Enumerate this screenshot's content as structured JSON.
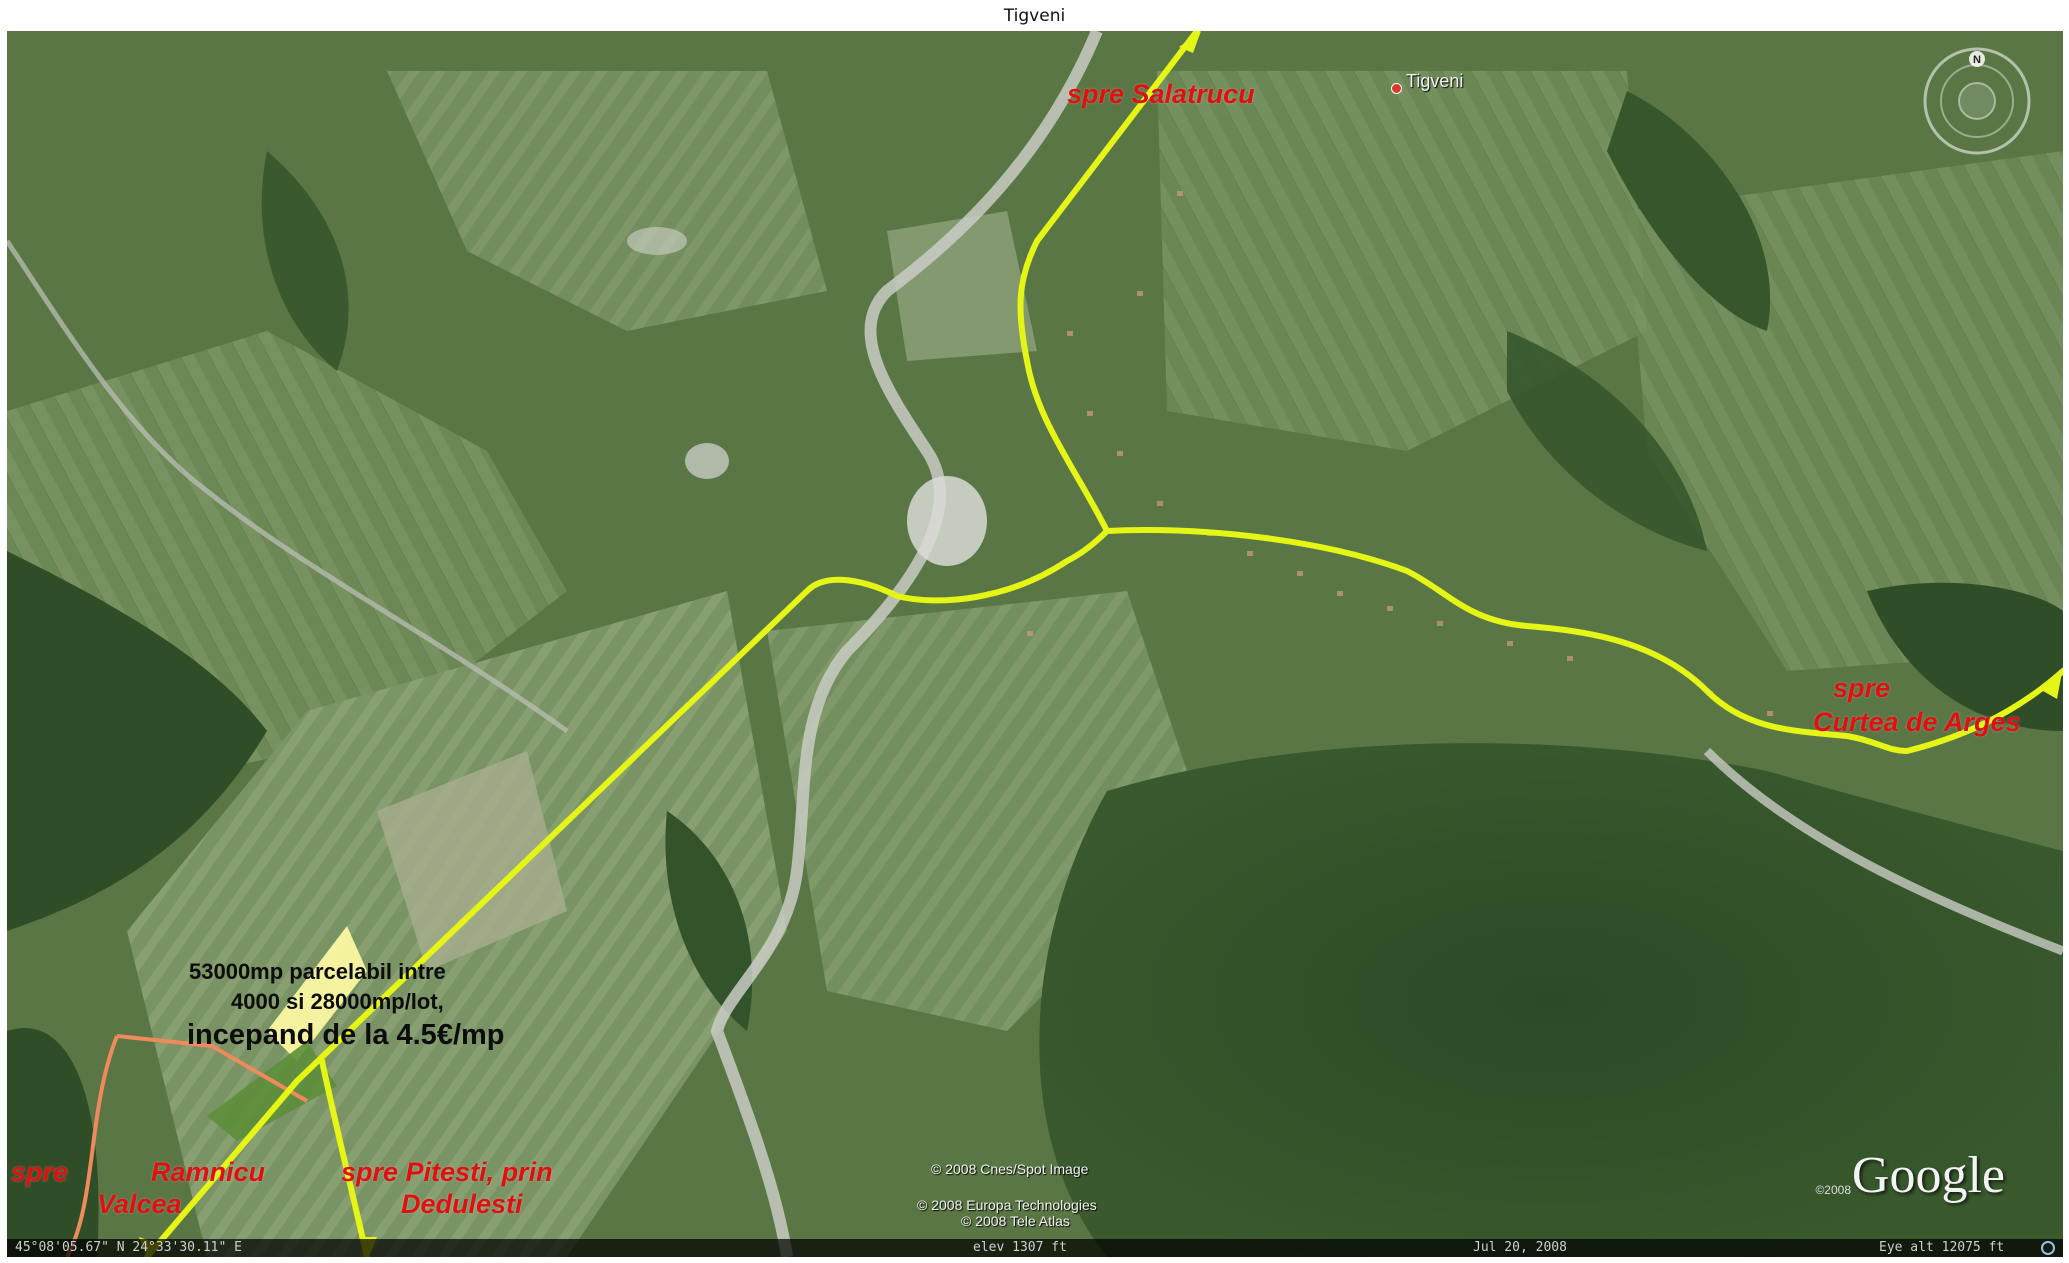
{
  "window": {
    "title": "Tigveni"
  },
  "map": {
    "place_marker": {
      "label": "Tigveni",
      "color": "#d83a2a"
    },
    "route_color": "#e5f516",
    "boundary_color": "#ef8a5c",
    "labels": {
      "north": "spre Salatrucu",
      "east_line1": "spre",
      "east_line2": "Curtea de Arges",
      "southwest_spre": "spre",
      "southwest_line1": "Ramnicu",
      "southwest_line2": "Valcea",
      "south_line1": "spre Pitesti,    prin",
      "south_line2": "Dedulesti"
    },
    "advert": {
      "line1": "53000mp parcelabil      intre",
      "line2": "4000 si 28000mp/lot,",
      "line3": "incepand  de la 4.5€/mp"
    },
    "credits": [
      "© 2008 Cnes/Spot Image",
      "© 2008 Europa Technologies",
      "© 2008 Tele Atlas"
    ],
    "logo": "Google",
    "logo_year": "©2008",
    "compass_north": "N"
  },
  "status_bar": {
    "coordinates": "45°08'05.67\" N    24°33'30.11\" E",
    "elevation": "elev  1307 ft",
    "imagery_date": "Jul 20, 2008",
    "eye_alt": "Eye alt  12075 ft"
  },
  "icons": {
    "compass": "compass-rose-icon",
    "zoom": "zoom-navigation-icon"
  }
}
